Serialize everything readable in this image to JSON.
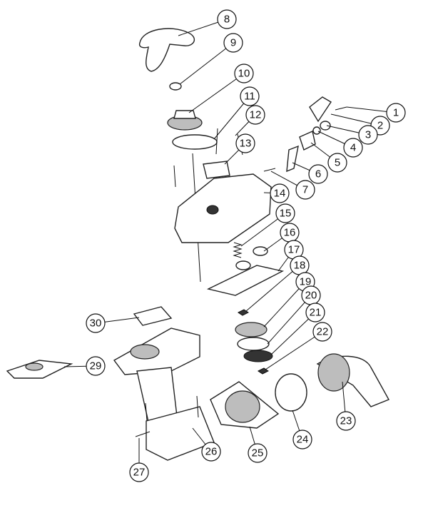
{
  "diagram": {
    "type": "exploded-parts-view",
    "callouts": [
      "1",
      "2",
      "3",
      "4",
      "5",
      "6",
      "7",
      "8",
      "9",
      "10",
      "11",
      "12",
      "13",
      "14",
      "15",
      "16",
      "17",
      "18",
      "19",
      "20",
      "21",
      "22",
      "23",
      "24",
      "25",
      "26",
      "27",
      "29",
      "30"
    ]
  }
}
